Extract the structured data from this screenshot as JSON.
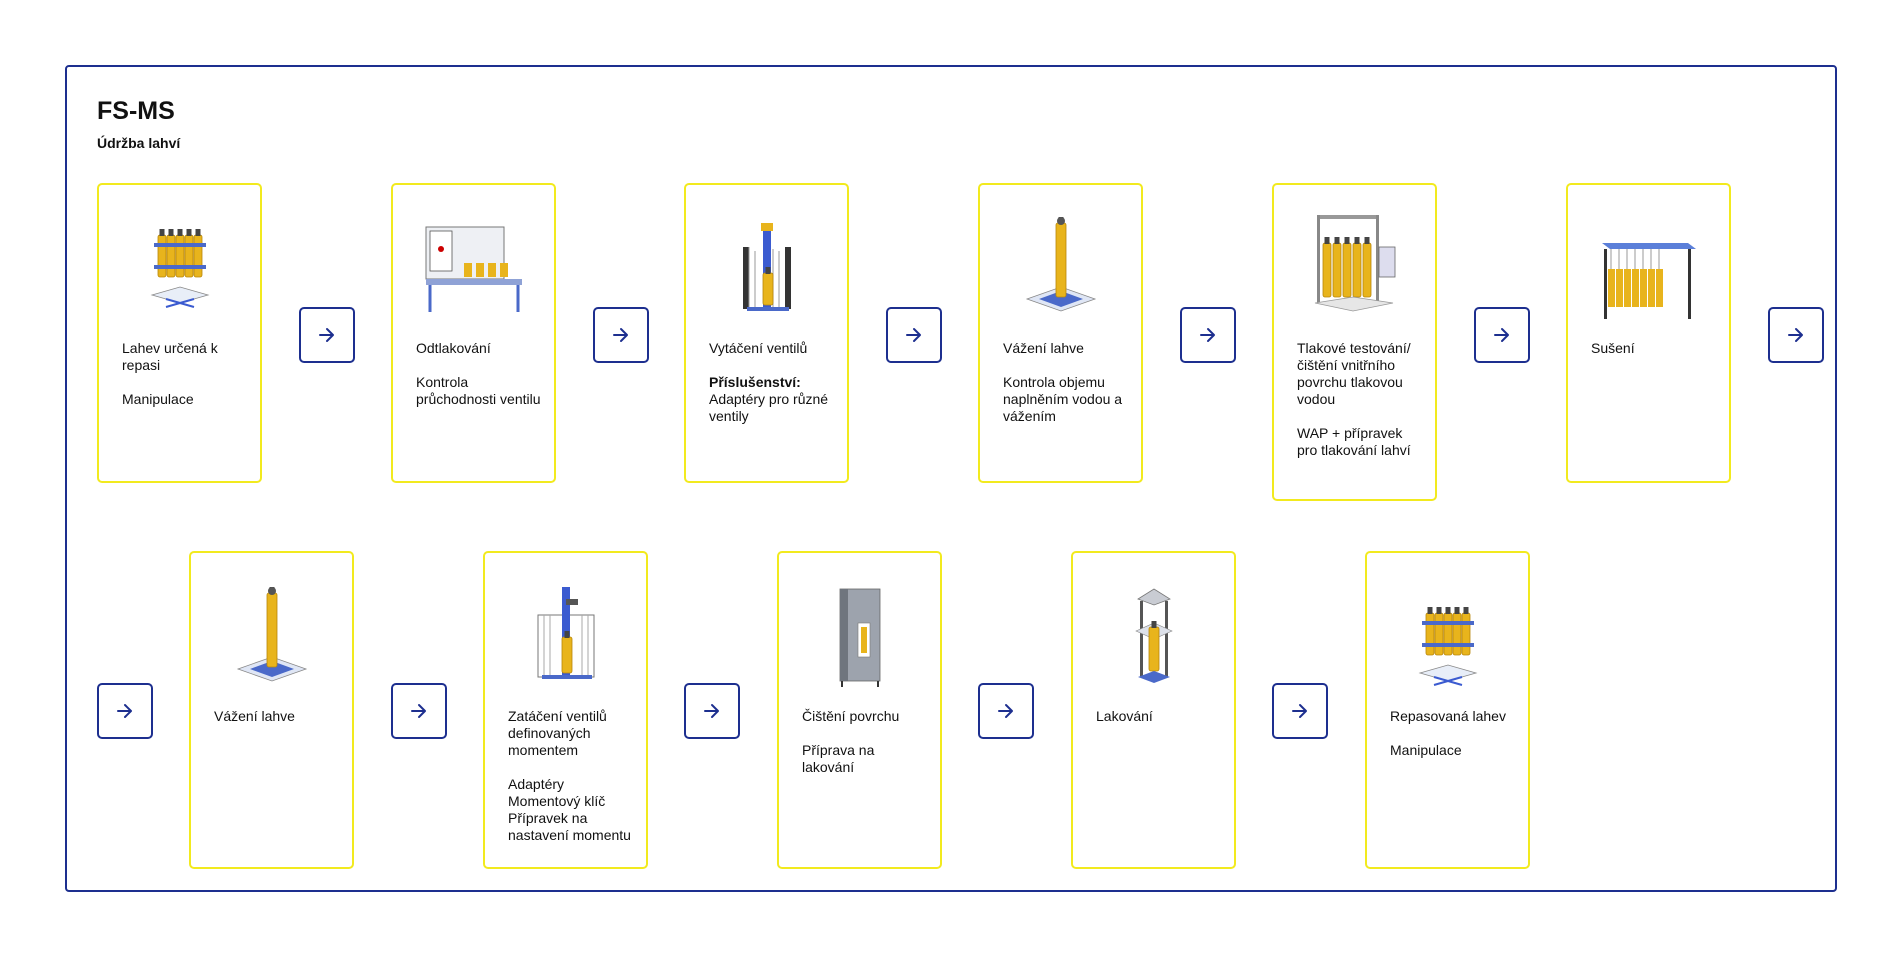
{
  "header": {
    "title": "FS-MS",
    "subtitle": "Údržba lahví"
  },
  "steps": [
    {
      "icon": "cylinder-bundle-on-lift-icon",
      "heading": "Lahev určená k repasi",
      "lines": [
        "Manipulace"
      ]
    },
    {
      "icon": "depressurization-station-icon",
      "heading": "Odtlakování",
      "lines": [
        "Kontrola průchodnosti ventilu"
      ]
    },
    {
      "icon": "valve-unscrewing-machine-icon",
      "heading": "Vytáčení ventilů",
      "label": "Příslušenství:",
      "lines": [
        "Adaptéry pro různé ventily"
      ]
    },
    {
      "icon": "cylinder-on-scale-icon",
      "heading": "Vážení lahve",
      "lines": [
        "Kontrola objemu naplněním vodou a vážením"
      ]
    },
    {
      "icon": "pressure-testing-rack-icon",
      "heading": "Tlakové testování/čištění vnitřního povrchu tlakovou vodou",
      "lines": [
        "WAP + přípravek pro tlakování lahví"
      ]
    },
    {
      "icon": "drying-rack-icon",
      "heading": "Sušení",
      "lines": []
    },
    {
      "icon": "cylinder-on-scale-icon",
      "heading": "Vážení lahve",
      "lines": []
    },
    {
      "icon": "valve-torque-machine-icon",
      "heading": "Zatáčení ventilů definovaných momentem",
      "lines": [
        "Adaptéry\nMomentový klíč\nPřípravek na nastavení momentu"
      ]
    },
    {
      "icon": "surface-cleaning-cabinet-icon",
      "heading": "Čištění povrchu",
      "lines": [
        "Příprava na lakování"
      ]
    },
    {
      "icon": "painting-booth-icon",
      "heading": "Lakování",
      "lines": []
    },
    {
      "icon": "cylinder-bundle-on-lift-icon",
      "heading": "Repasovaná lahev",
      "lines": [
        "Manipulace"
      ]
    }
  ],
  "colors": {
    "frame": "#1d2f8f",
    "card_border": "#f2ea1e",
    "cylinder": "#e8b41c",
    "arrow": "#1d2f8f"
  }
}
